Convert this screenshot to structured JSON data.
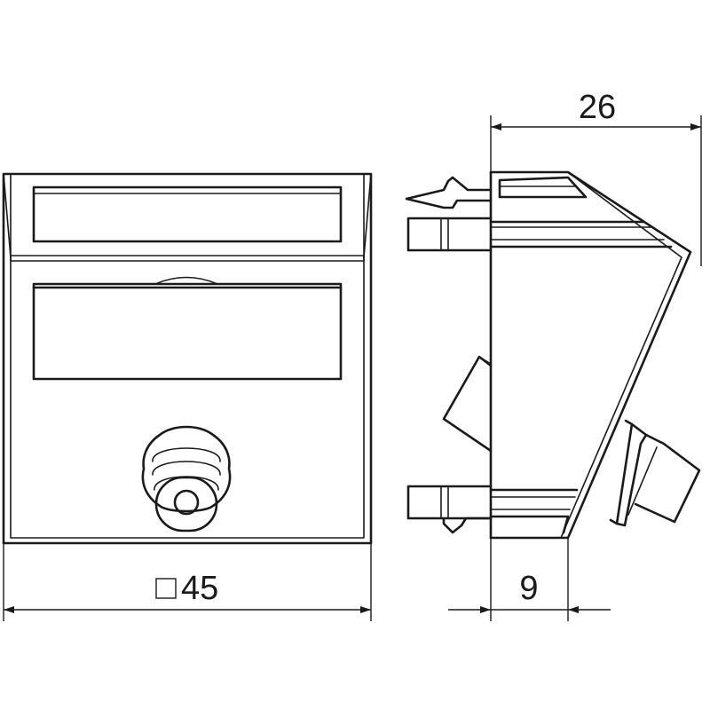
{
  "dimensions": {
    "depth": "26",
    "width": "45",
    "offset": "9"
  },
  "icons": {
    "square": "square-symbol-icon"
  },
  "colors": {
    "line": "#1a1a1a",
    "background": "#ffffff"
  }
}
